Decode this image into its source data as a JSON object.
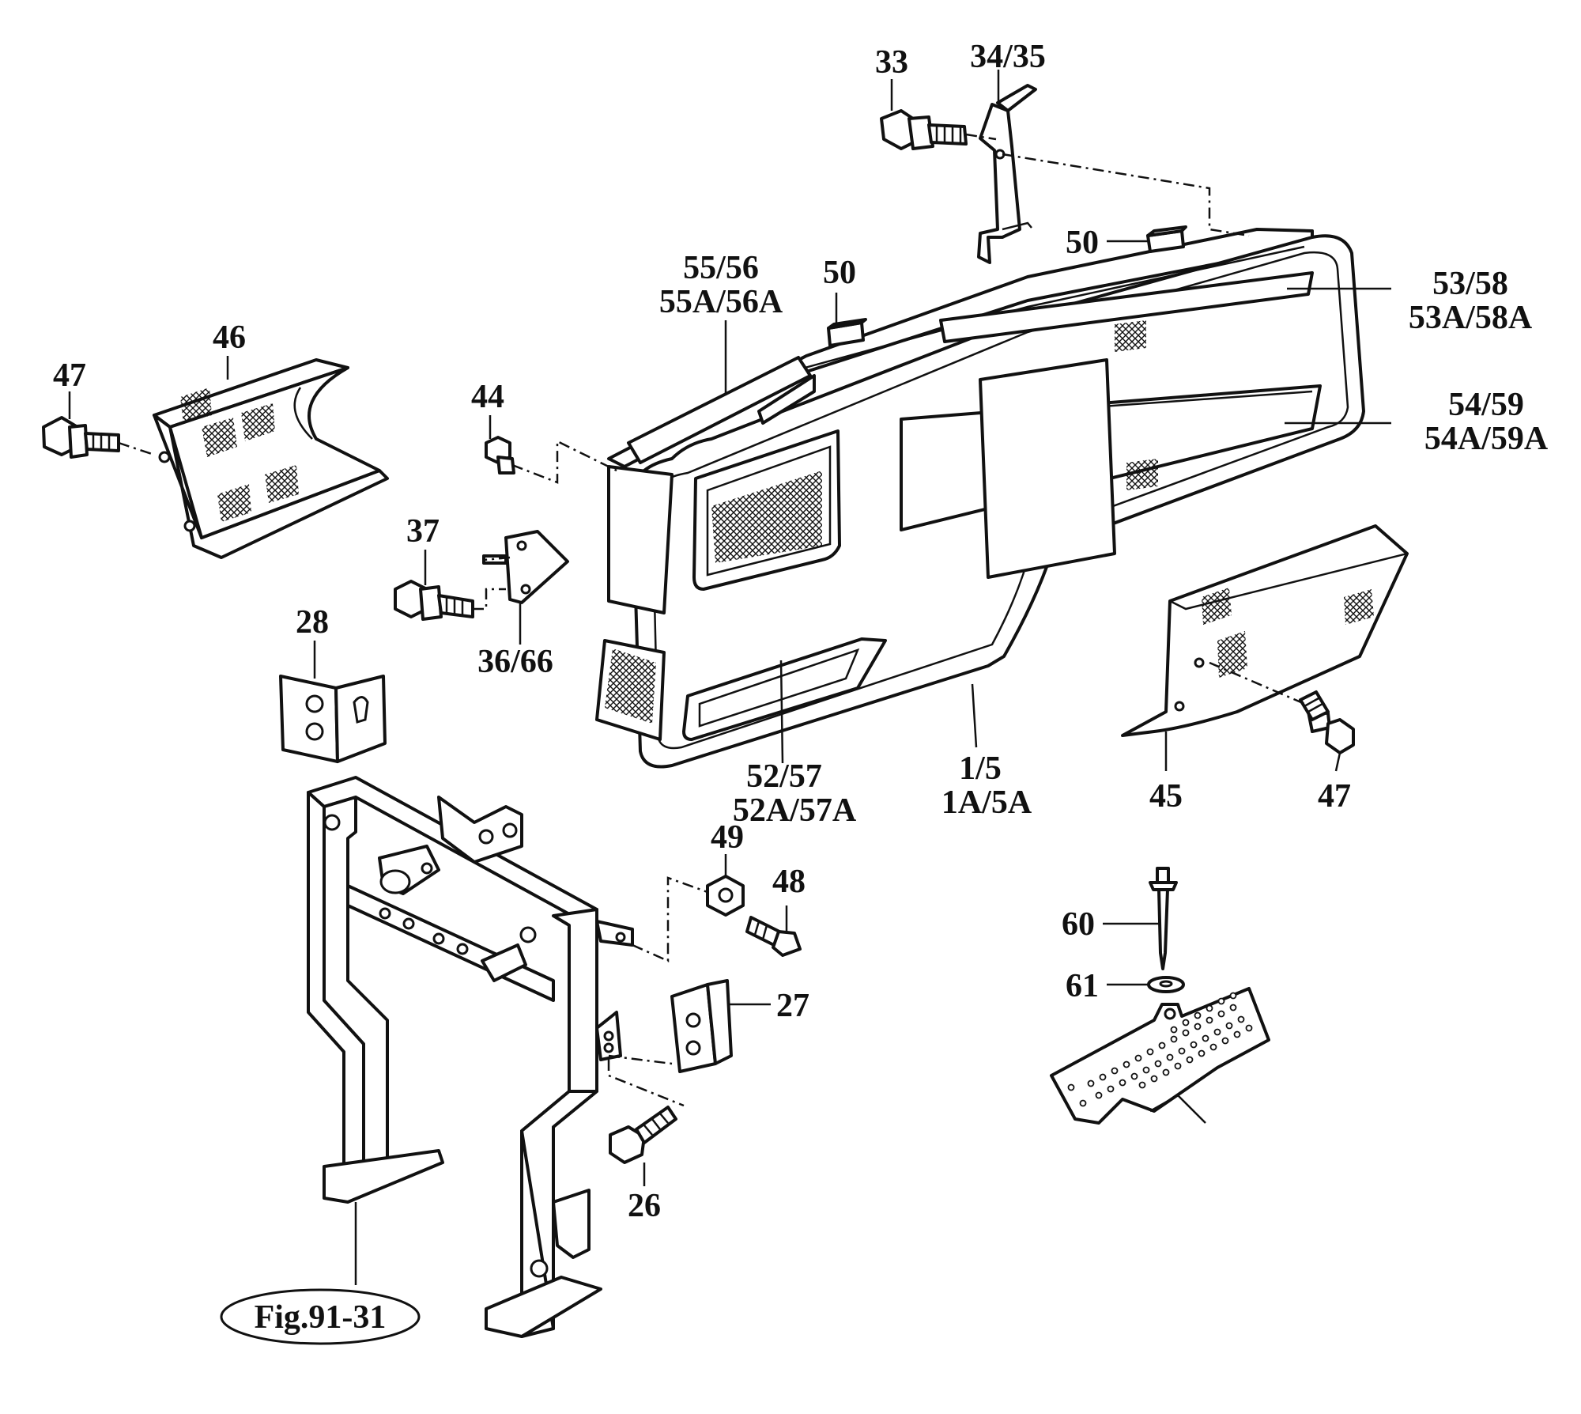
{
  "labels": {
    "p33": "33",
    "p34_35": "34/35",
    "p50_top": "50",
    "p50_left": "50",
    "p53_58": "53/58",
    "p53A_58A": "53A/58A",
    "p54_59": "54/59",
    "p54A_59A": "54A/59A",
    "p55_56": "55/56",
    "p55A_56A": "55A/56A",
    "p46": "46",
    "p47_left": "47",
    "p44": "44",
    "p37": "37",
    "p36_66": "36/66",
    "p28": "28",
    "p52_57": "52/57",
    "p52A_57A": "52A/57A",
    "p1_5": "1/5",
    "p1A_5A": "1A/5A",
    "p45": "45",
    "p47_right": "47",
    "p49": "49",
    "p48": "48",
    "p27": "27",
    "p26": "26",
    "p60": "60",
    "p61": "61",
    "fig_ref": "Fig.91-31"
  }
}
